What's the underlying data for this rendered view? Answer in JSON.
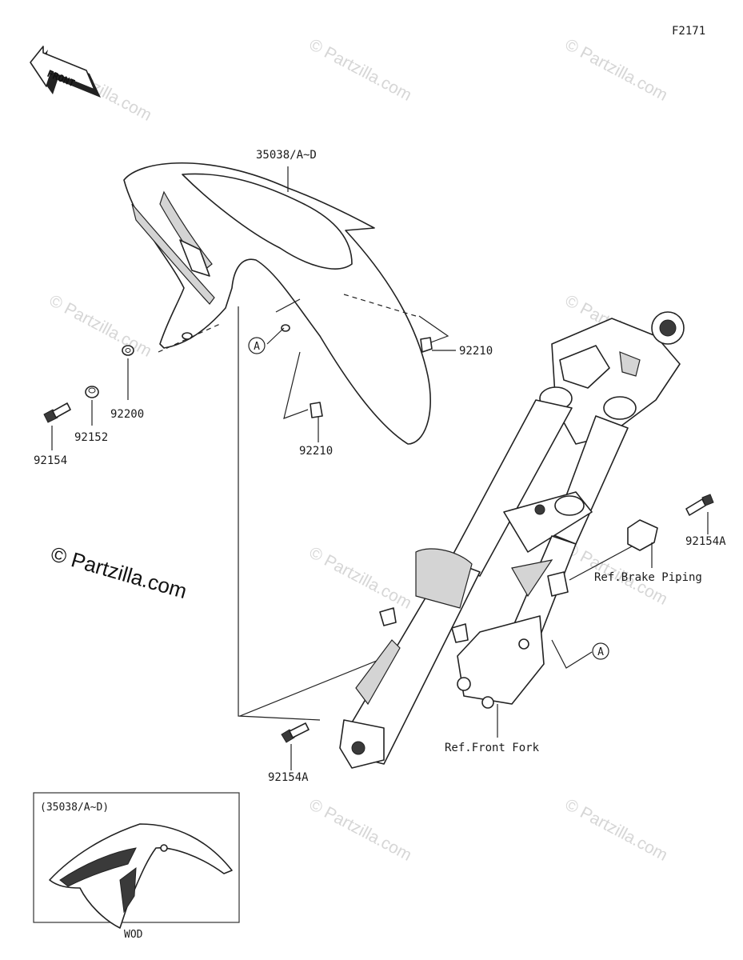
{
  "diagram_code": "F2171",
  "front_badge": "FRONT",
  "watermark": "© Partzilla.com",
  "callouts": [
    {
      "id": "fender",
      "label": "35038/A~D"
    },
    {
      "id": "clip-right",
      "label": "92210"
    },
    {
      "id": "clip-lower",
      "label": "92210"
    },
    {
      "id": "washer",
      "label": "92200"
    },
    {
      "id": "collar",
      "label": "92152"
    },
    {
      "id": "bolt-left",
      "label": "92154"
    },
    {
      "id": "bolt-right",
      "label": "92154A"
    },
    {
      "id": "bolt-bottom",
      "label": "92154A"
    },
    {
      "id": "brake-ref",
      "label": "Ref.Brake Piping"
    },
    {
      "id": "fork-ref",
      "label": "Ref.Front Fork"
    }
  ],
  "ref_marker": "A",
  "inset": {
    "title": "(35038/A~D)",
    "caption": "WOD"
  }
}
